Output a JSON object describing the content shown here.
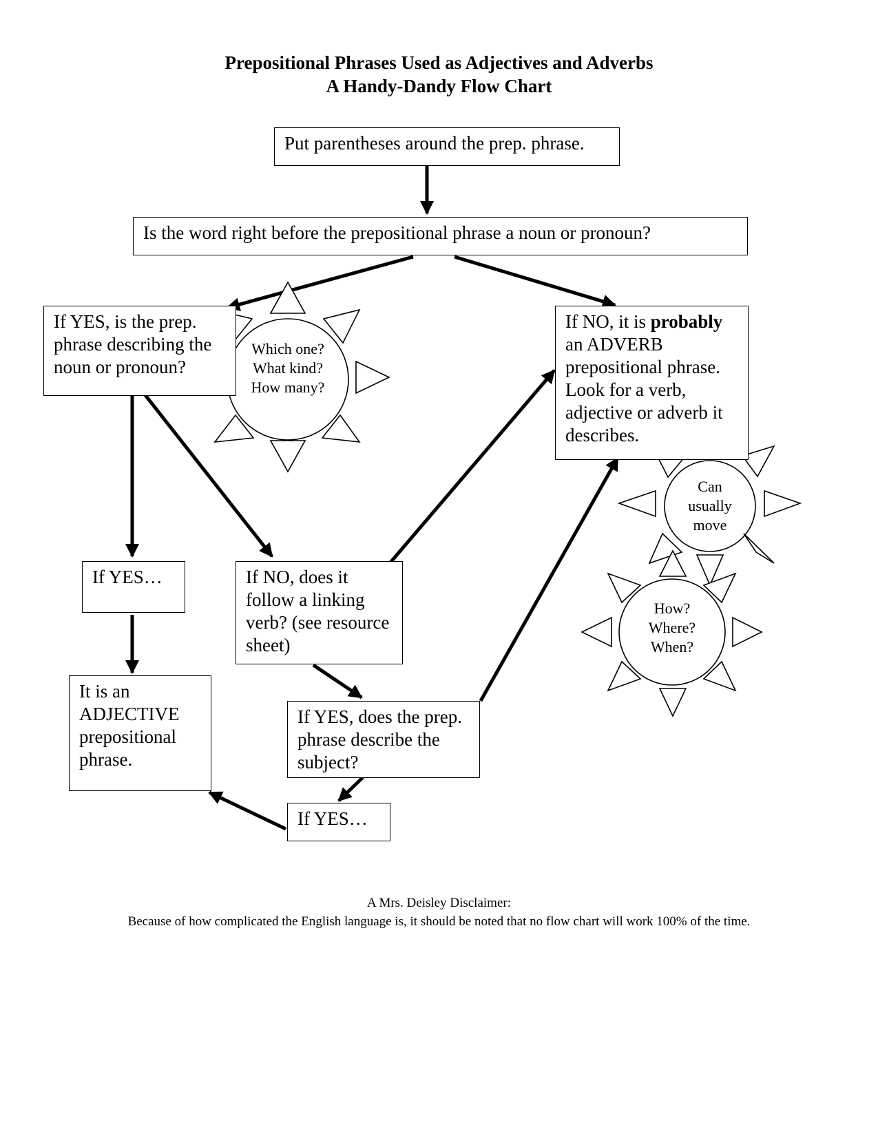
{
  "title": {
    "line1": "Prepositional Phrases Used as Adjectives and Adverbs",
    "line2": "A Handy-Dandy Flow Chart"
  },
  "boxes": {
    "parentheses": "Put parentheses around the prep. phrase.",
    "noun_question": "Is the word right before the prepositional phrase a noun or pronoun?",
    "if_yes_describing": "If YES, is the prep. phrase describing the noun or pronoun?",
    "if_no_adverb_pre": "If NO, it is ",
    "if_no_adverb_bold": "probably",
    "if_no_adverb_post": " an ADVERB prepositional phrase. Look for a verb, adjective or adverb it describes.",
    "if_yes_1": "If YES…",
    "if_no_linking": "If NO, does it follow a linking verb? (see resource sheet)",
    "adjective": "It is an ADJECTIVE prepositional phrase.",
    "if_yes_subject": "If YES, does the prep. phrase describe the subject?",
    "if_yes_2": "If YES…"
  },
  "suns": {
    "adjective_sun": "Which one? What kind? How many?",
    "move_sun": "Can usually move",
    "adverb_sun": "How? Where? When?"
  },
  "disclaimer": {
    "heading": "A Mrs. Deisley Disclaimer:",
    "text": "Because of how complicated the English language is, it should be noted that no flow chart will work 100% of the time."
  }
}
